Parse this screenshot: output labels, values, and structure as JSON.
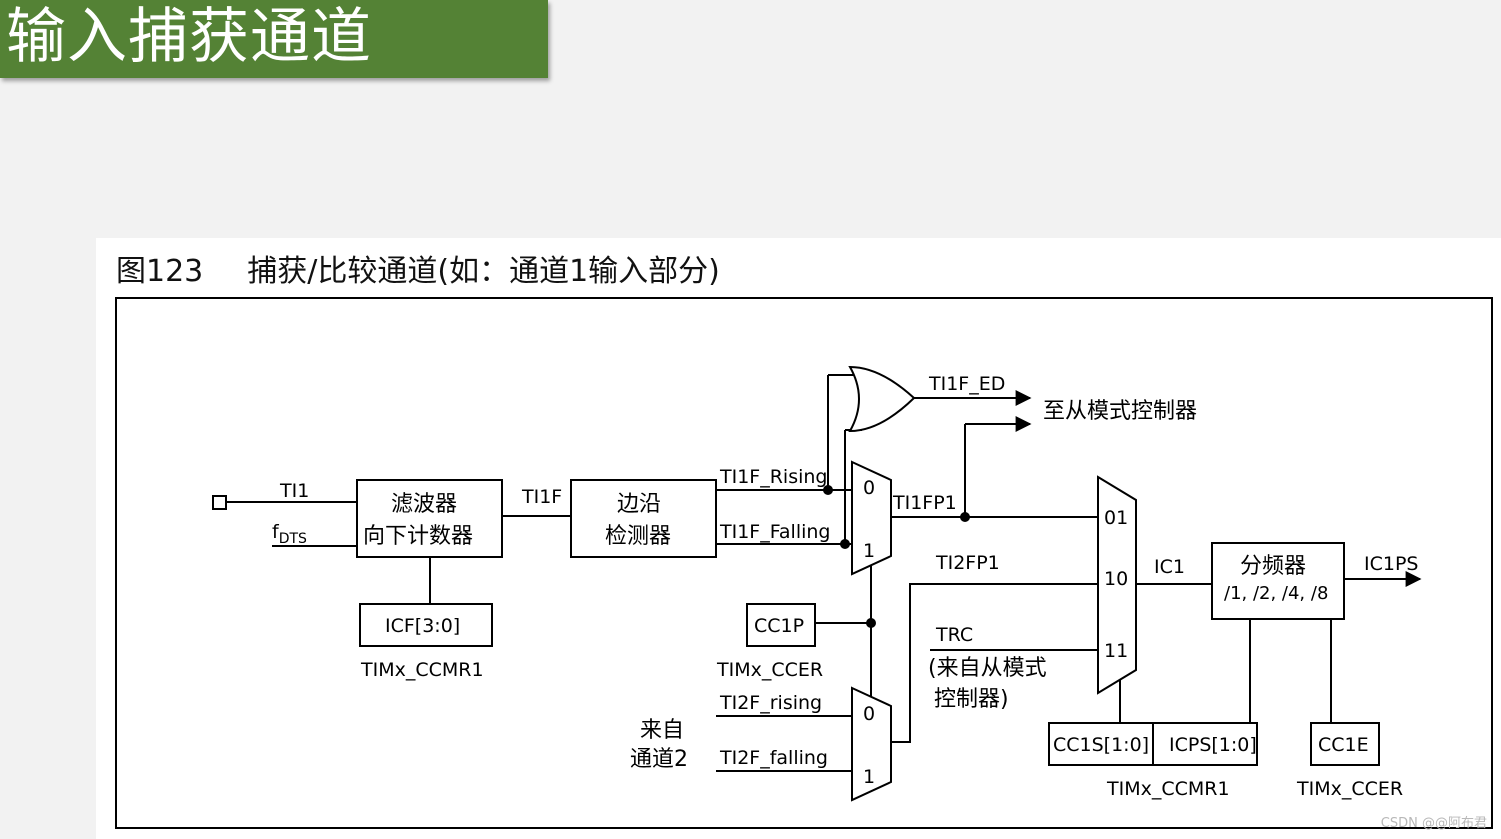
{
  "slide": {
    "title": "输入捕获通道",
    "title_bg": "#548235"
  },
  "figure": {
    "number": "图123",
    "caption": "捕获/比较通道(如：通道1输入部分)"
  },
  "diagram": {
    "inputs": {
      "ti1": "TI1",
      "fdts_main": "f",
      "fdts_sub": "DTS"
    },
    "filter": {
      "line1": "滤波器",
      "line2": "向下计数器",
      "reg": "ICF[3:0]",
      "reg_owner": "TIMx_CCMR1"
    },
    "ti1f": "TI1F",
    "edge": {
      "line1": "边沿",
      "line2": "检测器"
    },
    "ti1f_rising": "TI1F_Rising",
    "ti1f_falling": "TI1F_Falling",
    "ti1f_ed": "TI1F_ED",
    "to_slave": "至从模式控制器",
    "ti1fp1": "TI1FP1",
    "ti2fp1": "TI2FP1",
    "trc": "TRC",
    "trc_note1": "(来自从模式",
    "trc_note2": "控制器)",
    "cc1p": {
      "reg": "CC1P",
      "owner": "TIMx_CCER"
    },
    "ti2f_rising": "TI2F_rising",
    "ti2f_falling": "TI2F_falling",
    "from_ch2_line1": "来自",
    "from_ch2_line2": "通道2",
    "mux_sel": {
      "zero": "0",
      "one": "1"
    },
    "mux3": {
      "in01": "01",
      "in10": "10",
      "in11": "11"
    },
    "ic1": "IC1",
    "prescaler": {
      "line1": "分频器",
      "line2": "/1, /2, /4, /8"
    },
    "ic1ps": "IC1PS",
    "cc1s": "CC1S[1:0]",
    "icps": "ICPS[1:0]",
    "ccmr1_owner": "TIMx_CCMR1",
    "cc1e": "CC1E",
    "ccer_owner": "TIMx_CCER"
  },
  "watermark": "CSDN @@阿布君"
}
